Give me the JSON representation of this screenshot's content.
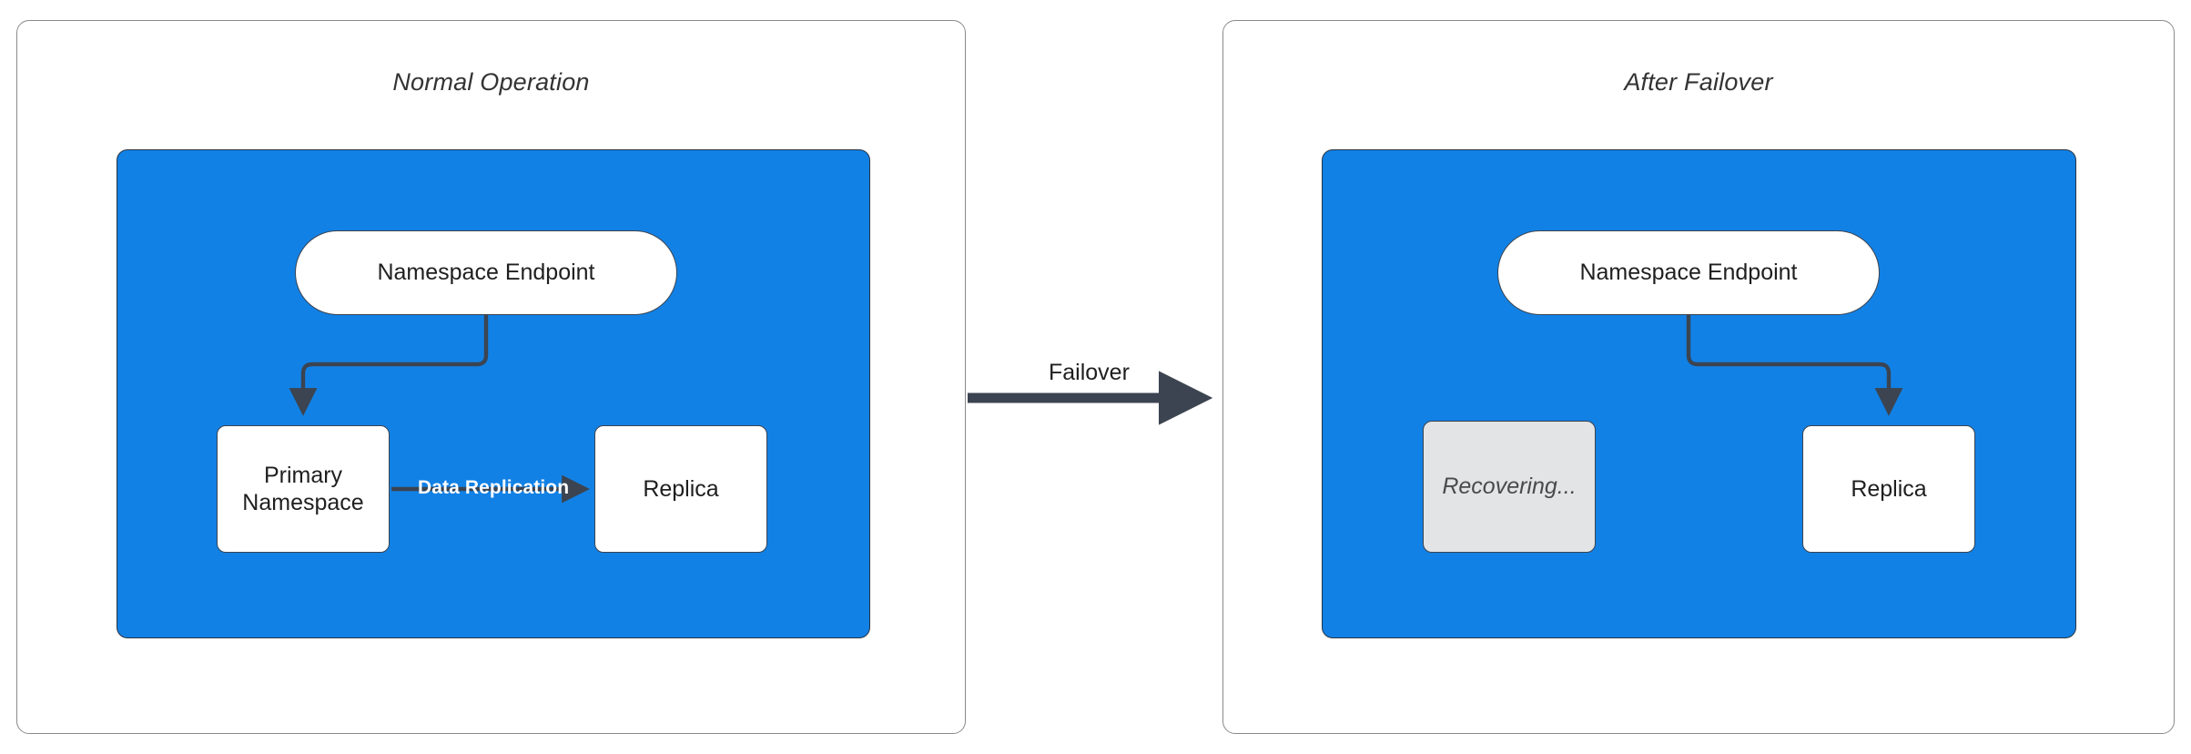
{
  "diagram": {
    "title_left": "Normal Operation",
    "title_right": "After Failover",
    "accent_blue": "#1281e5",
    "stroke_dark": "#3b4450",
    "muted_grey": "#e2e4e6",
    "panel_border": "#8a8a8a"
  },
  "left_panel": {
    "title": "Normal Operation",
    "nodes": {
      "endpoint": "Namespace Endpoint",
      "primary": "Primary\nNamespace",
      "primary_line1": "Primary",
      "primary_line2": "Namespace",
      "replica": "Replica"
    },
    "edges": {
      "endpoint_to_primary": "",
      "replication_label": "Data Replication"
    }
  },
  "right_panel": {
    "title": "After Failover",
    "nodes": {
      "endpoint": "Namespace Endpoint",
      "recovering": "Recovering...",
      "replica": "Replica"
    },
    "edges": {
      "endpoint_to_replica": ""
    }
  },
  "transition": {
    "label": "Failover"
  },
  "chart_data": {
    "type": "diagram",
    "title": "Namespace failover topology",
    "panels": [
      {
        "name": "Normal Operation",
        "nodes": [
          {
            "id": "endpoint-left",
            "label": "Namespace Endpoint",
            "shape": "pill",
            "fill": "#ffffff"
          },
          {
            "id": "primary",
            "label": "Primary Namespace",
            "shape": "rect",
            "fill": "#ffffff"
          },
          {
            "id": "replica-left",
            "label": "Replica",
            "shape": "rect",
            "fill": "#ffffff"
          }
        ],
        "edges": [
          {
            "from": "endpoint-left",
            "to": "primary",
            "label": "",
            "style": "elbow-arrow"
          },
          {
            "from": "primary",
            "to": "replica-left",
            "label": "Data Replication",
            "style": "straight-arrow"
          }
        ]
      },
      {
        "name": "After Failover",
        "nodes": [
          {
            "id": "endpoint-right",
            "label": "Namespace Endpoint",
            "shape": "pill",
            "fill": "#ffffff"
          },
          {
            "id": "recovering",
            "label": "Recovering...",
            "shape": "rect",
            "fill": "#e2e4e6"
          },
          {
            "id": "replica-right",
            "label": "Replica",
            "shape": "rect",
            "fill": "#ffffff"
          }
        ],
        "edges": [
          {
            "from": "endpoint-right",
            "to": "replica-right",
            "label": "",
            "style": "elbow-arrow"
          }
        ]
      }
    ],
    "panel_transition": {
      "from": "Normal Operation",
      "to": "After Failover",
      "label": "Failover"
    }
  }
}
